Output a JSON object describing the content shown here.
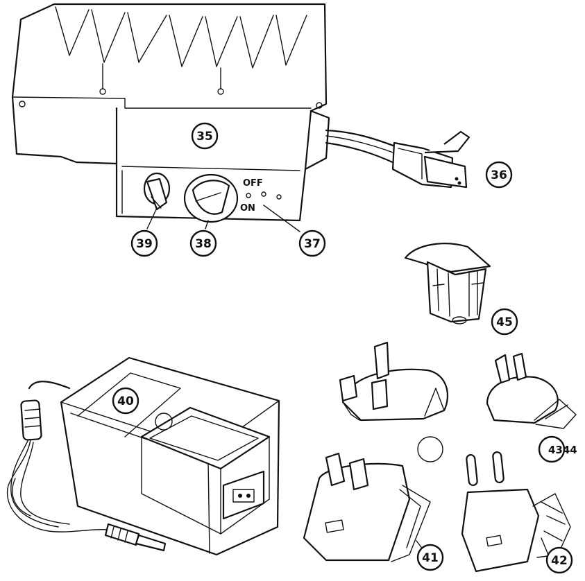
{
  "switch_labels": {
    "off": "OFF",
    "on": "ON"
  },
  "callouts": {
    "c35": "35",
    "c36": "36",
    "c37": "37",
    "c38": "38",
    "c39": "39",
    "c40": "40",
    "c41": "41",
    "c42": "42",
    "c4344": "4344",
    "c45": "45"
  }
}
